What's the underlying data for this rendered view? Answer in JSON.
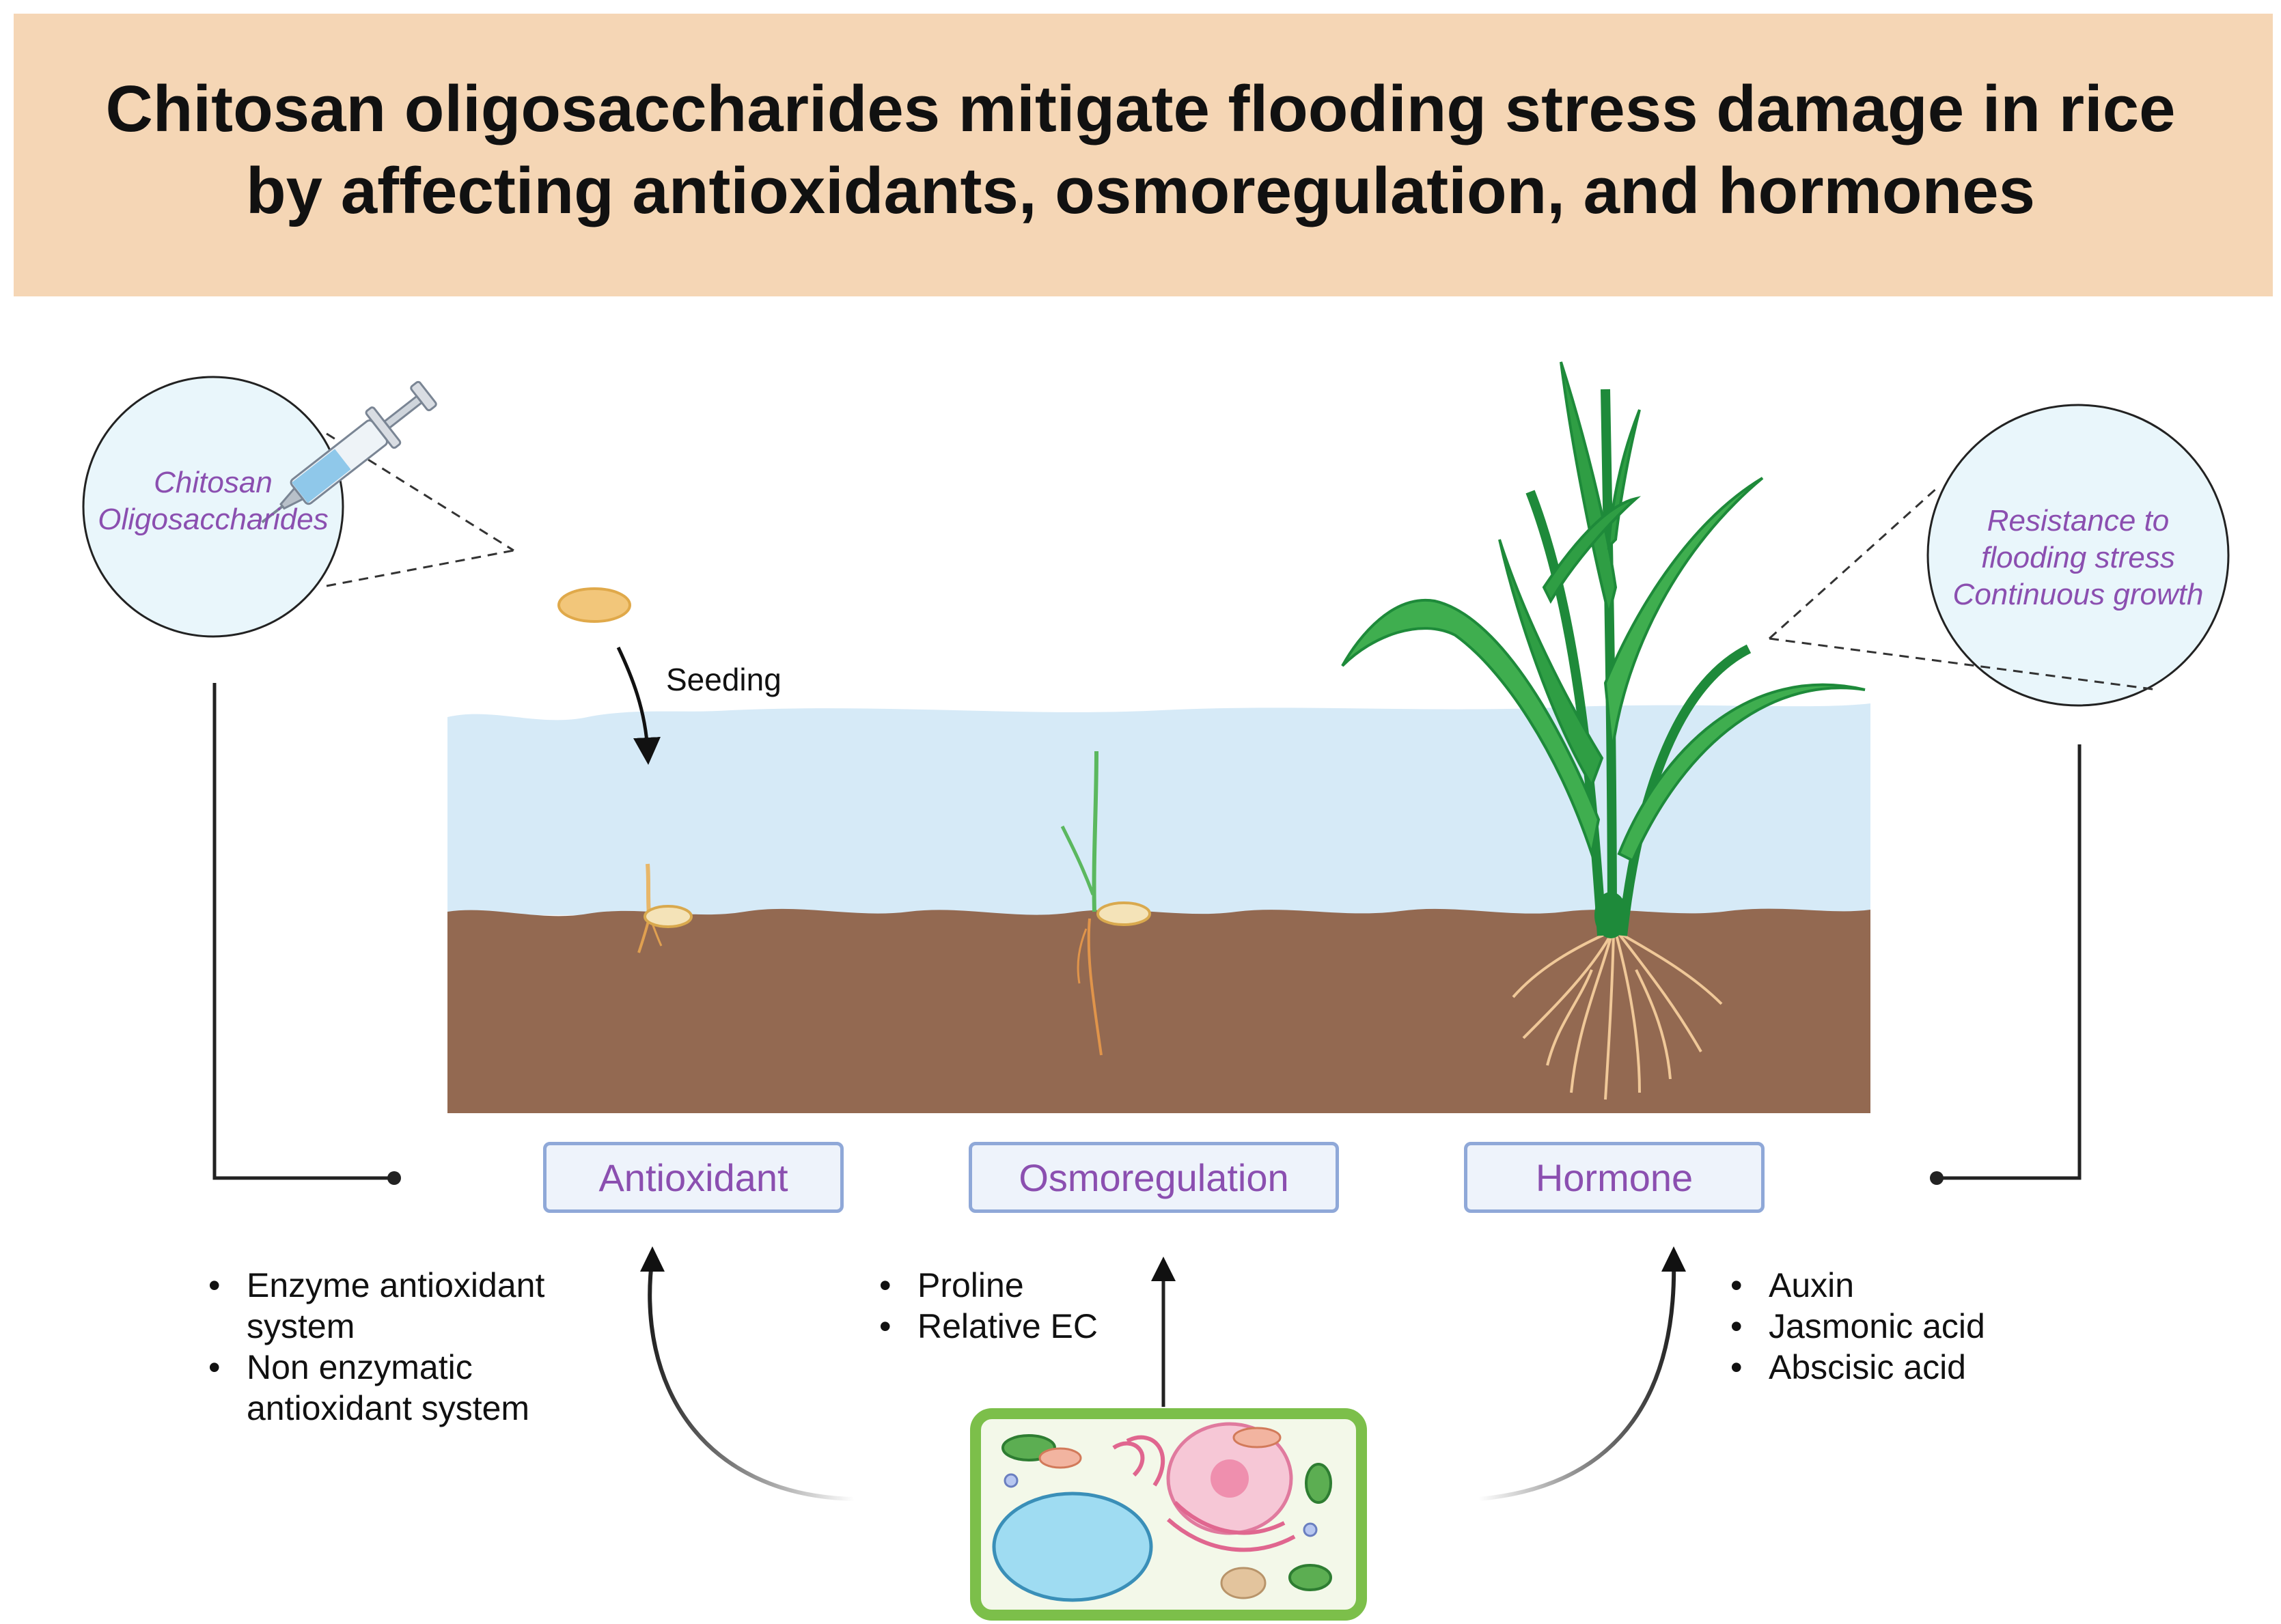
{
  "title": {
    "line1": "Chitosan oligosaccharides mitigate  flooding stress damage in rice",
    "line2": "by affecting antioxidants, osmoregulation, and hormones"
  },
  "left_circle": {
    "line1": "Chitosan",
    "line2": "Oligosaccharides"
  },
  "right_circle": {
    "line1": "Resistance to",
    "line2": "flooding stress",
    "line3": "Continuous growth"
  },
  "seeding_label": "Seeding",
  "categories": {
    "antioxidant": "Antioxidant",
    "osmoregulation": "Osmoregulation",
    "hormone": "Hormone"
  },
  "antioxidant_list": {
    "item1_line1": "Enzyme antioxidant",
    "item1_line2": "system",
    "item2_line1": "Non enzymatic",
    "item2_line2": "antioxidant system"
  },
  "osmoregulation_list": [
    "Proline",
    "Relative EC"
  ],
  "hormone_list": [
    "Auxin",
    "Jasmonic acid",
    "Abscisic acid"
  ],
  "colors": {
    "banner": "#f5d6b5",
    "water": "#d6eaf7",
    "soil": "#936951",
    "label_text": "#8b4fb0",
    "box_border": "#8fa8d8",
    "leaf": "#2f9e44",
    "cell_wall": "#7cbf4a"
  },
  "icons": [
    "syringe-icon",
    "seed-icon",
    "rice-plant-icon",
    "plant-cell-icon"
  ]
}
